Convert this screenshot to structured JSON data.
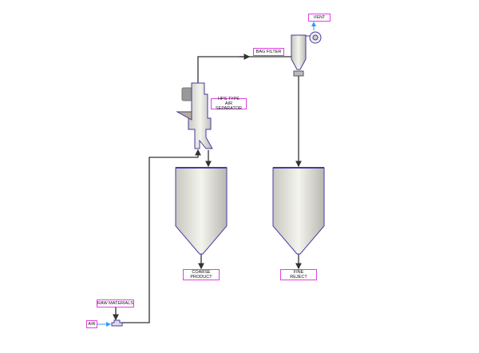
{
  "labels": {
    "vent": "VENT",
    "bag_filter": "BAG FILTER",
    "separator_line1": "HPS TYPE",
    "separator_line2": "AIR SEPARATOR",
    "coarse_line1": "COARSE",
    "coarse_line2": "PRODUCT",
    "fine_line1": "FINE",
    "fine_line2": "REJECT",
    "raw_materials": "RAW MATERIALS",
    "air": "AIR"
  },
  "colors": {
    "label_border": "#e040e0",
    "equipment_outline": "#4a3aa0",
    "air_line": "#3399ff",
    "pipe": "#333333"
  }
}
